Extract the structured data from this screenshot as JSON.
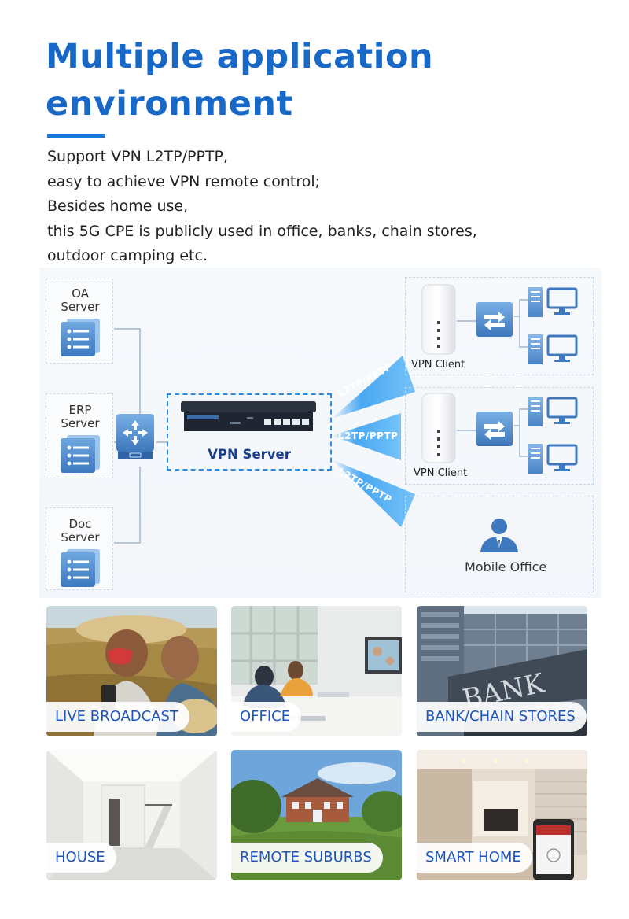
{
  "header": {
    "title_line1": "Multiple application",
    "title_line2": "environment"
  },
  "description": {
    "lines": [
      "Support VPN L2TP/PPTP,",
      "easy to achieve VPN remote control;",
      "Besides home use,",
      "this 5G CPE is publicly used in office, banks, chain stores,",
      "outdoor camping etc."
    ]
  },
  "diagram": {
    "servers": [
      {
        "line1": "OA",
        "line2": "Server"
      },
      {
        "line1": "ERP",
        "line2": "Server"
      },
      {
        "line1": "Doc",
        "line2": "Server"
      }
    ],
    "vpn_server_label": "VPN Server",
    "tunnel_label": "L2TP/PPTP",
    "clients": [
      "VPN Client",
      "VPN Client"
    ],
    "mobile_label": "Mobile Office",
    "accent_color": "#2a8be0"
  },
  "tiles": [
    {
      "label": "LIVE BROADCAST"
    },
    {
      "label": "OFFICE"
    },
    {
      "label": "BANK/CHAIN STORES"
    },
    {
      "label": "HOUSE"
    },
    {
      "label": "REMOTE SUBURBS"
    },
    {
      "label": "SMART HOME"
    }
  ],
  "tile_art": {
    "bank_sign": "BANK"
  }
}
